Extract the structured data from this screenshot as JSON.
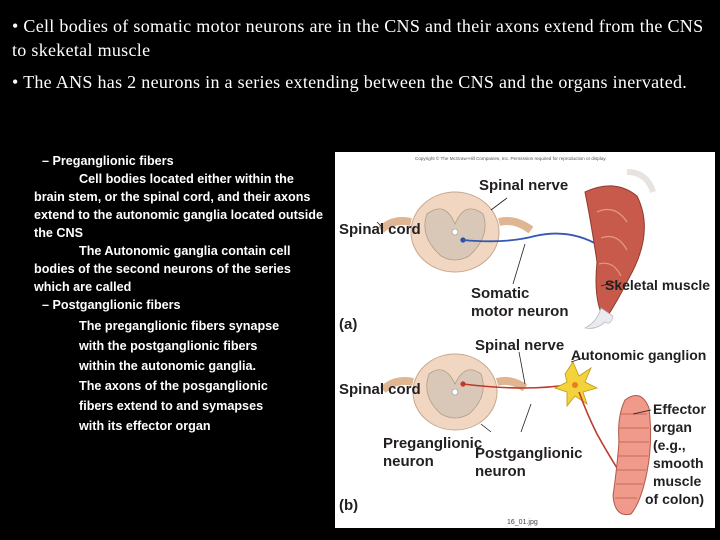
{
  "bullets": [
    "• Cell bodies of somatic motor neurons are in the CNS and their axons extend from the CNS to skeketal muscle",
    "• The ANS has 2 neurons in a series extending between the CNS and the organs inervated."
  ],
  "notes": {
    "pre_heading": "–   Preganglionic fibers",
    "pre_text1_line1": "Cell bodies located either within the",
    "pre_text1_rest": "brain stem, or the spinal cord, and their axons extend to the autonomic ganglia located outside the CNS",
    "pre_text2_line1": "The Autonomic ganglia contain cell",
    "pre_text2_rest": "bodies of the second neurons of the series which are called",
    "post_heading": "–   Postganglionic fibers",
    "post_lines": [
      "The preganglionic fibers synapse",
      "with the postganglionic fibers",
      "within the autonomic ganglia.",
      "The axons of the posganglionic",
      "fibers extend to and symapses",
      "with its effector organ"
    ]
  },
  "figure": {
    "copyright": "Copyright © The McGraw-Hill Companies, Inc. Permission required for reproduction or display.",
    "a": {
      "spinal_nerve": "Spinal nerve",
      "spinal_cord": "Spinal cord",
      "skeletal_muscle": "Skeletal muscle",
      "somatic_line1": "Somatic",
      "somatic_line2": "motor neuron",
      "panel": "(a)"
    },
    "b": {
      "spinal_nerve": "Spinal nerve",
      "autonomic_ganglion": "Autonomic ganglion",
      "spinal_cord": "Spinal cord",
      "effector_lines": [
        "Effector",
        "organ",
        "(e.g.,",
        "smooth",
        "muscle",
        "of colon)"
      ],
      "pre_line1": "Preganglionic",
      "pre_line2": "neuron",
      "post_line1": "Postganglionic",
      "post_line2": "neuron",
      "panel": "(b)"
    },
    "file_label": "16_01.jpg"
  }
}
